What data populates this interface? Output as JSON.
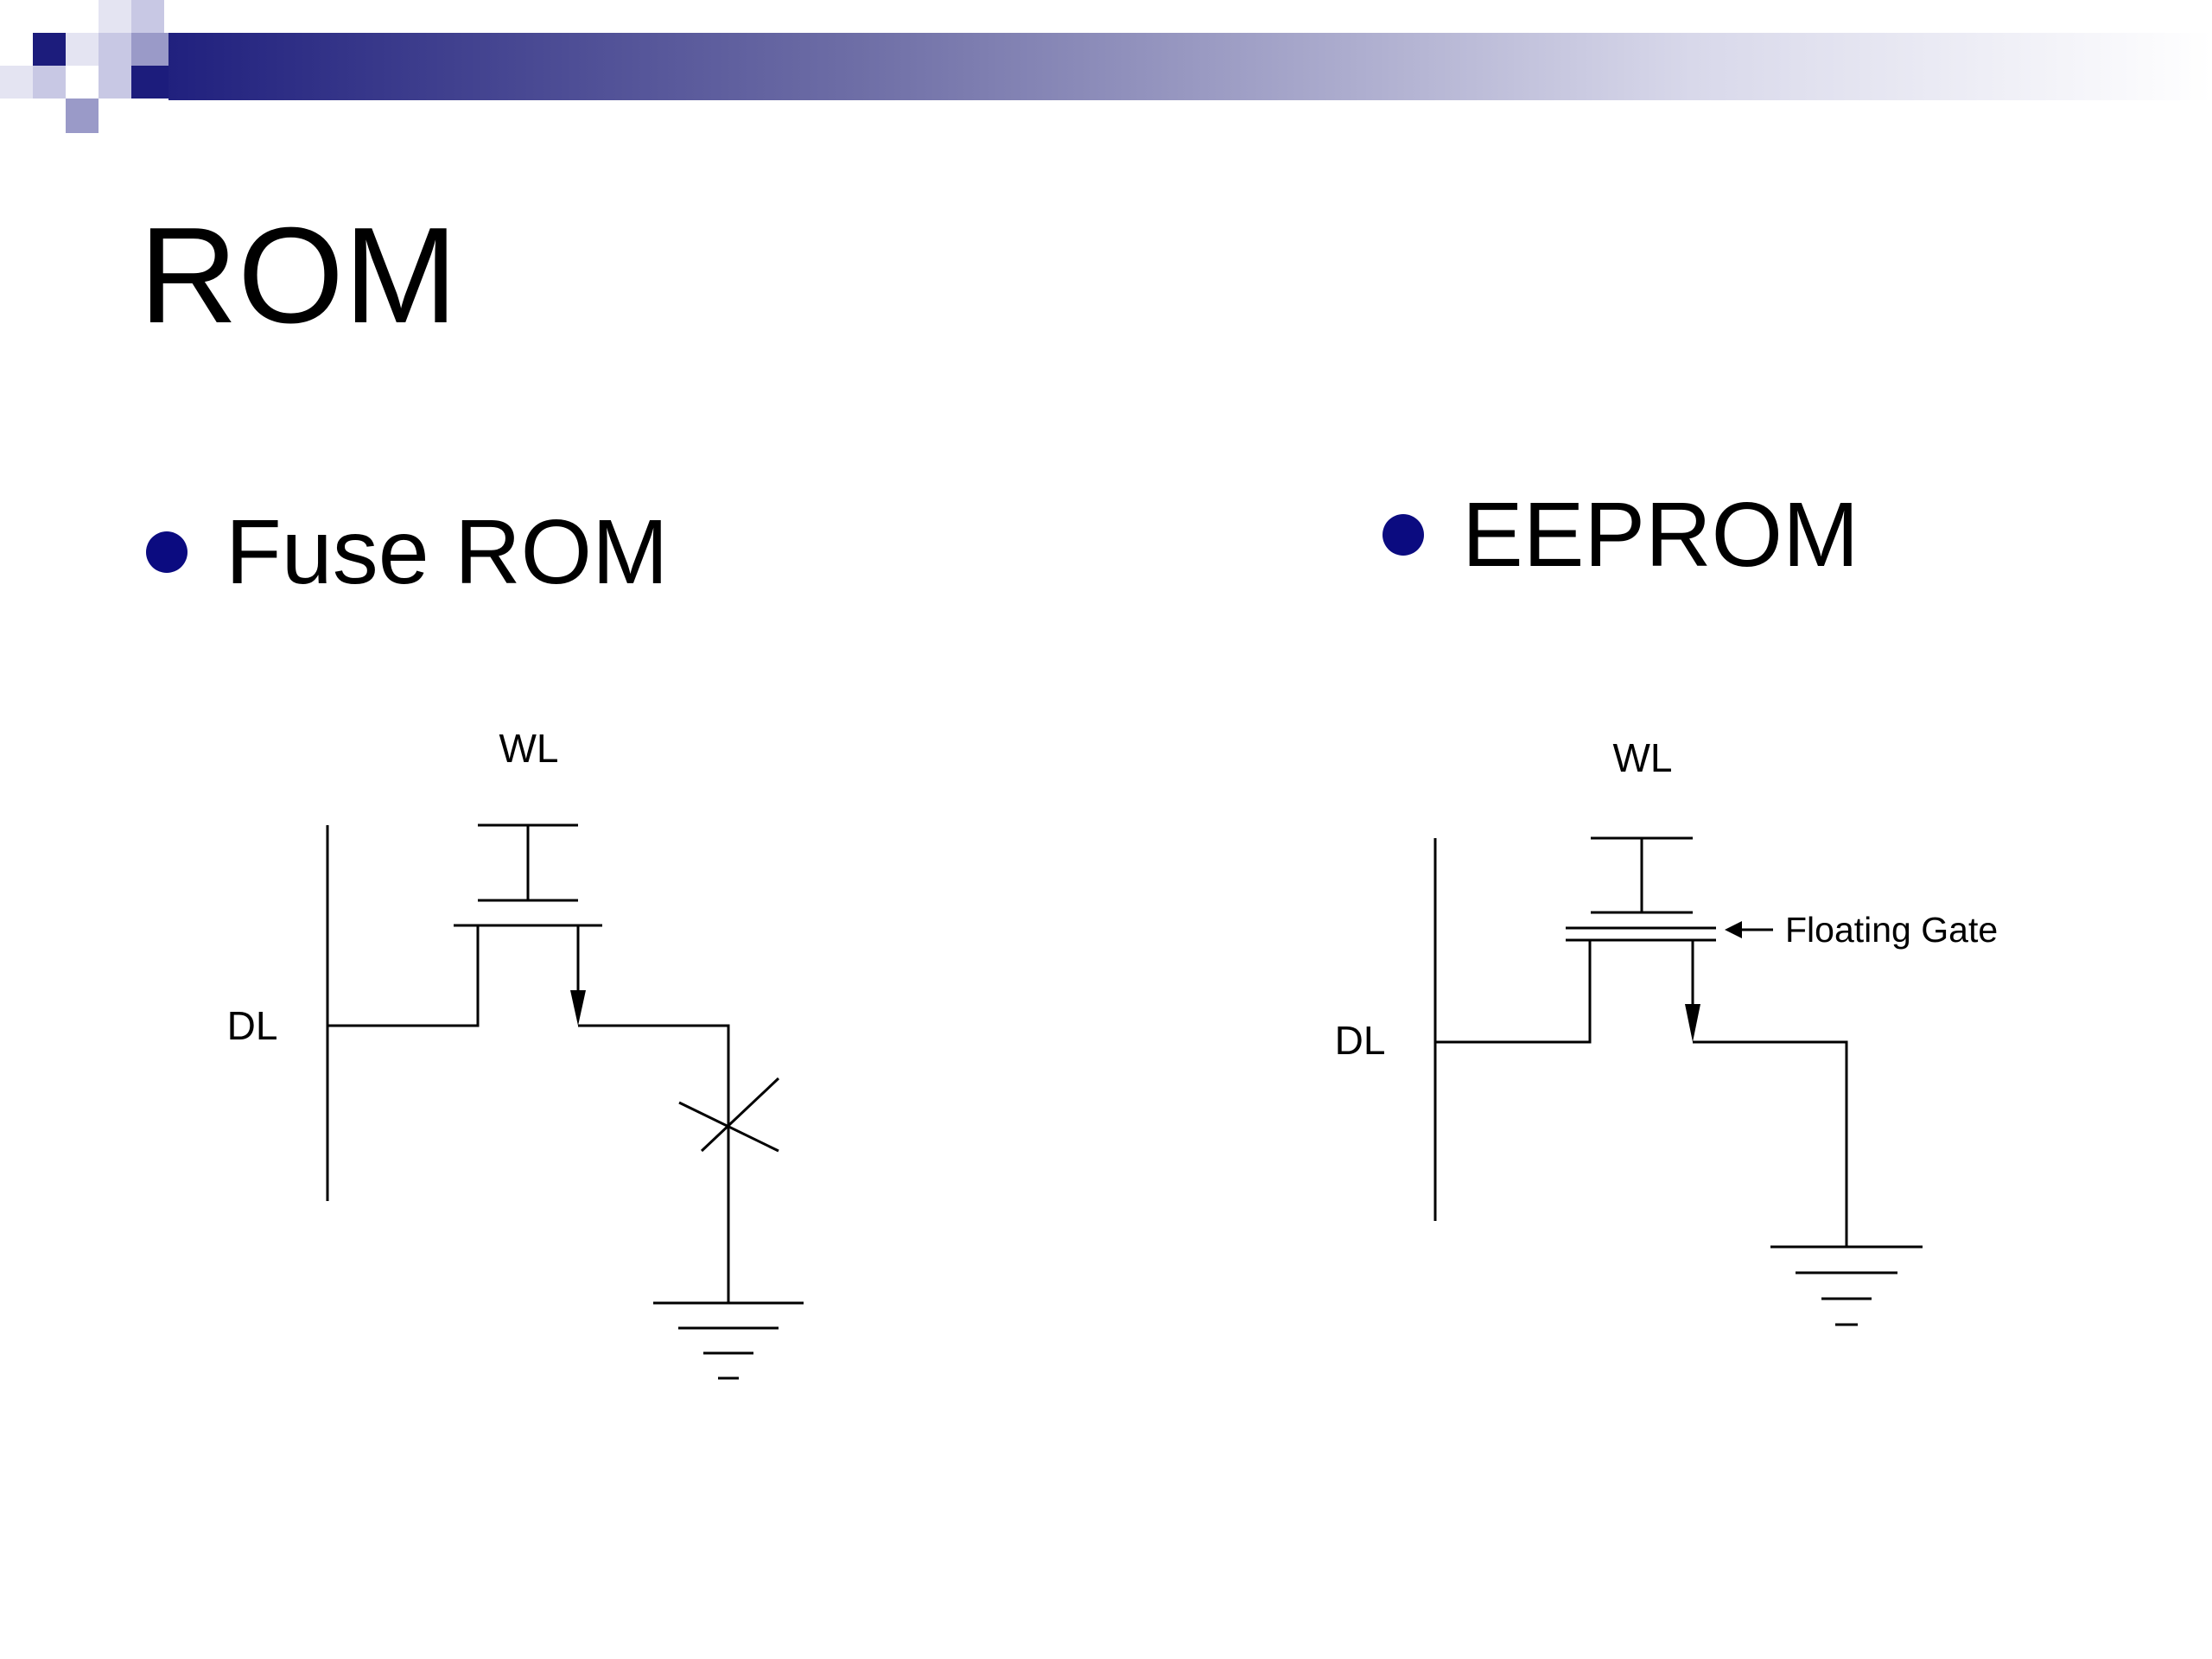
{
  "colors": {
    "bullet": "#0b0b80",
    "accent_dark": "#1c1c7c",
    "accent_light": "#c8c8e4"
  },
  "slide": {
    "title": "ROM"
  },
  "bullets": [
    {
      "label": "Fuse ROM"
    },
    {
      "label": "EEPROM"
    }
  ],
  "fuse_diagram": {
    "word_line_label": "WL",
    "data_line_label": "DL"
  },
  "eeprom_diagram": {
    "word_line_label": "WL",
    "data_line_label": "DL",
    "floating_gate_label": "Floating Gate"
  }
}
